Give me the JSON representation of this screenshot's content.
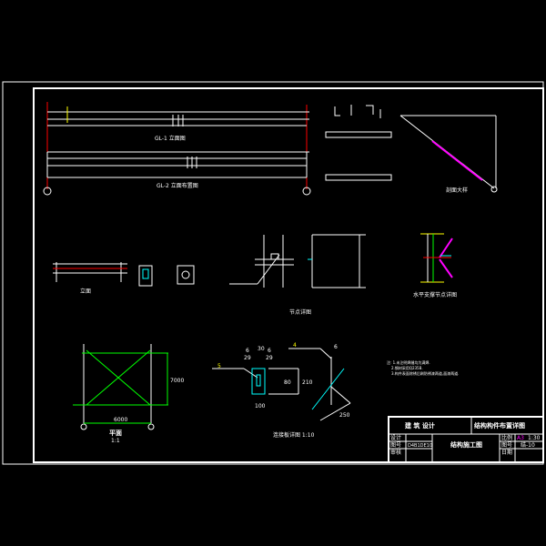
{
  "title_block": {
    "company": "建 筑 设计",
    "project": "结构构件布置详图",
    "drawing_title": "结构施工图",
    "labels": {
      "designer": "设计",
      "drawing_no": "图号",
      "reviewer": "审核",
      "scale": "比例",
      "sheet": "图号",
      "date": "日期"
    },
    "drawing_code": "D4B1DE10",
    "scale_prefix": "A3",
    "scale_value": "1:30",
    "sheet_value": "结-10"
  },
  "views": {
    "top_beam_caption": "GL-1 立面图",
    "bottom_beam_caption": "GL-2 立面布置图",
    "detail_caption": "节点详图",
    "brace_caption": "水平支撑节点详图",
    "plan_caption": "平面",
    "plan_caption2": "1:1",
    "plate_caption": "连接板详图 1:10",
    "elevation_caption": "立面",
    "section_caption": "剖面大样"
  },
  "dimensions": {
    "d6a": "6",
    "d30": "30",
    "d6b": "6",
    "d29a": "29",
    "d29b": "29",
    "d100": "100",
    "d210": "210",
    "d80": "80",
    "d250": "250",
    "weld5": "5",
    "weld4": "4",
    "weld6": "6",
    "span": "7000",
    "plan_w": "6000"
  },
  "notes": [
    "注: 1.未注明焊缝均为满焊.",
    "2.钢材采用Q235B.",
    "3.构件表面除锈后刷防锈漆两道,面漆两道."
  ],
  "colors": {
    "background": "#000000",
    "line": "#ffffff",
    "axis": "#ff0000",
    "brace": "#00ff00",
    "plate": "#00ffff",
    "tag": "#ffff00",
    "weld": "#ff00ff"
  }
}
